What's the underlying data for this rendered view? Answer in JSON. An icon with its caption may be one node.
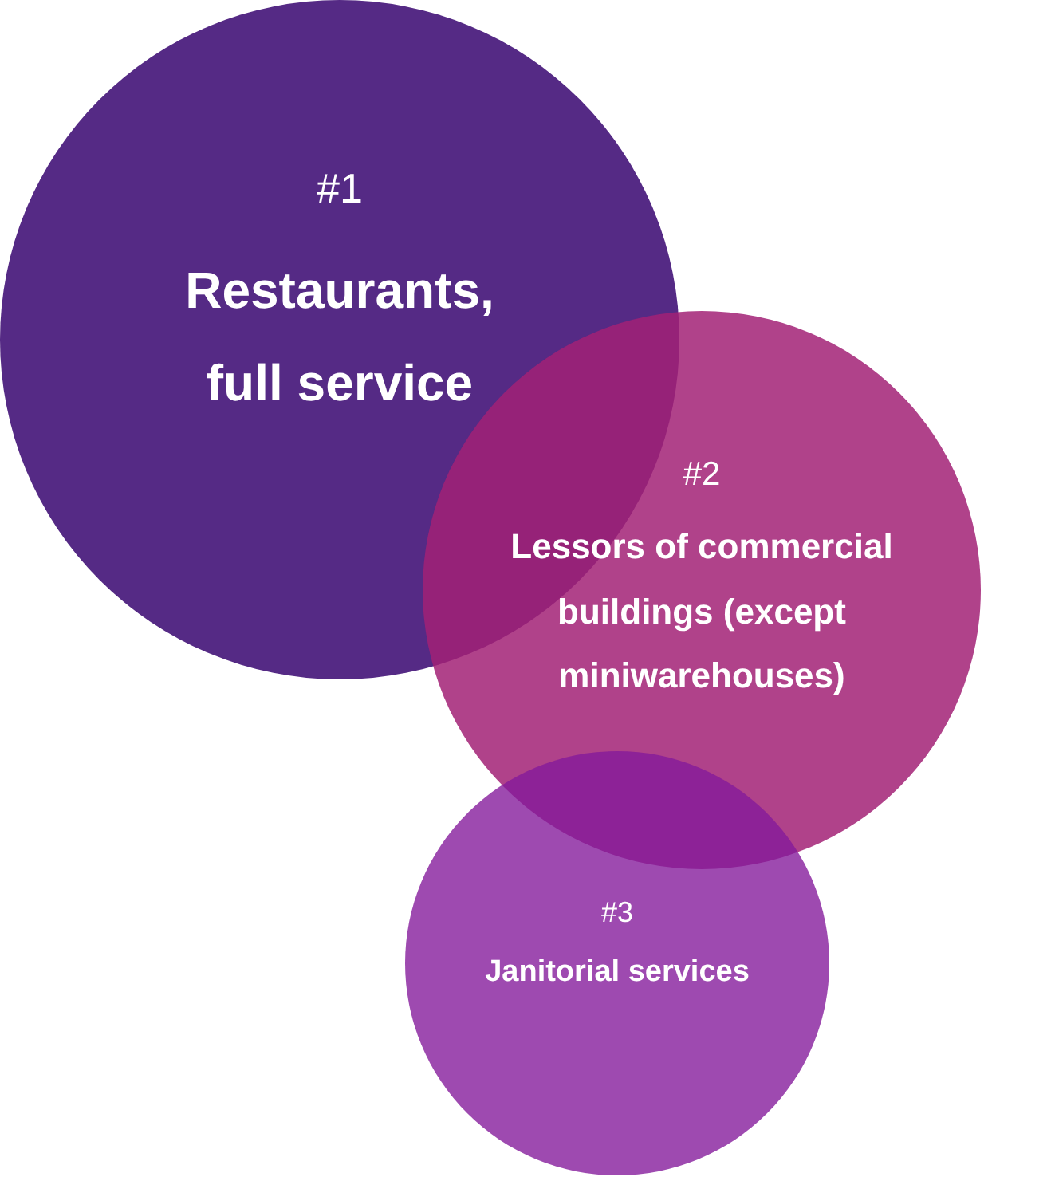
{
  "diagram": {
    "nodes": [
      {
        "text": [
          "#1",
          "Restaurants, full service"
        ]
      },
      {
        "text": [
          "#2",
          "Lessors of commercial buildings (except miniwarehouses)"
        ]
      },
      {
        "text": [
          "#3",
          "Janitorial services"
        ]
      }
    ]
  }
}
